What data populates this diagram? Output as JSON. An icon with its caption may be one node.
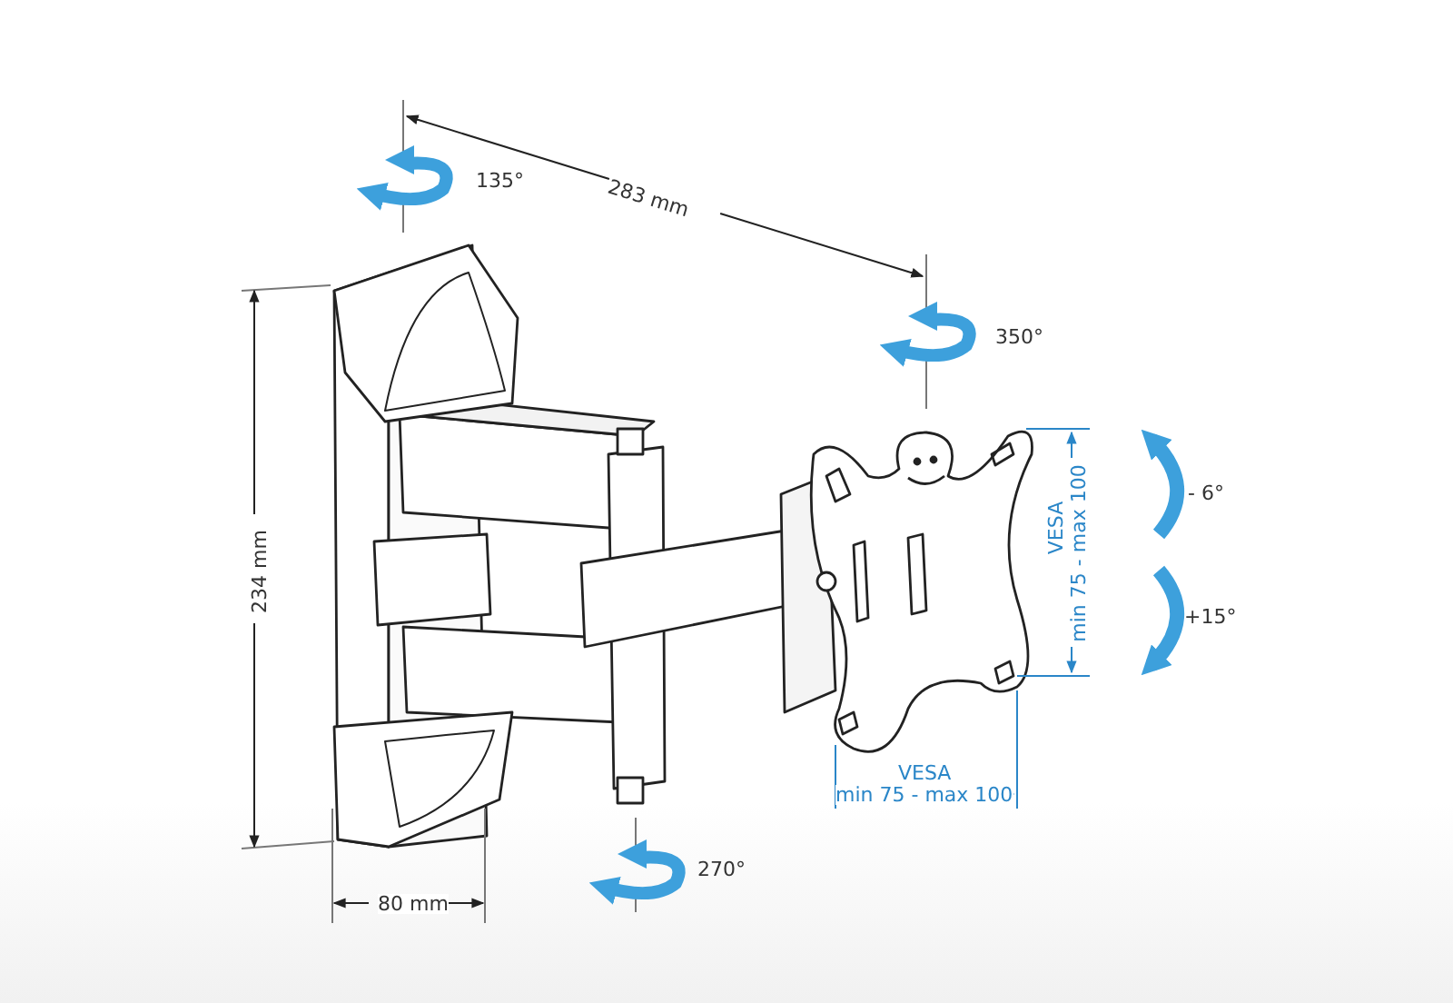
{
  "diagram": {
    "labels": [
      "135°",
      "283 mm",
      "350°",
      "- 6°",
      "VESA",
      "min 75 - max 100",
      "234 mm",
      "+15°",
      "VESA",
      "min 75 - max 100",
      "270°",
      "80 mm"
    ]
  }
}
